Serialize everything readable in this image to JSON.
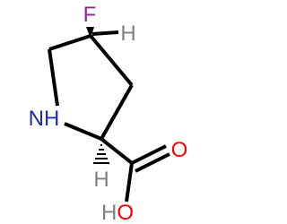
{
  "molecule": {
    "atoms": {
      "fluorine": "F",
      "hydrogen_c4": "H",
      "nitrogen": "NH",
      "hydrogen_c2": "H",
      "oxygen_carbonyl": "O",
      "hydroxyl": "HO"
    },
    "colors": {
      "bond": "#000000",
      "fluorine": "#90278e",
      "nitrogen": "#1f2ba8",
      "oxygen": "#ff0000",
      "hydrogen": "#7f7f7f"
    }
  }
}
